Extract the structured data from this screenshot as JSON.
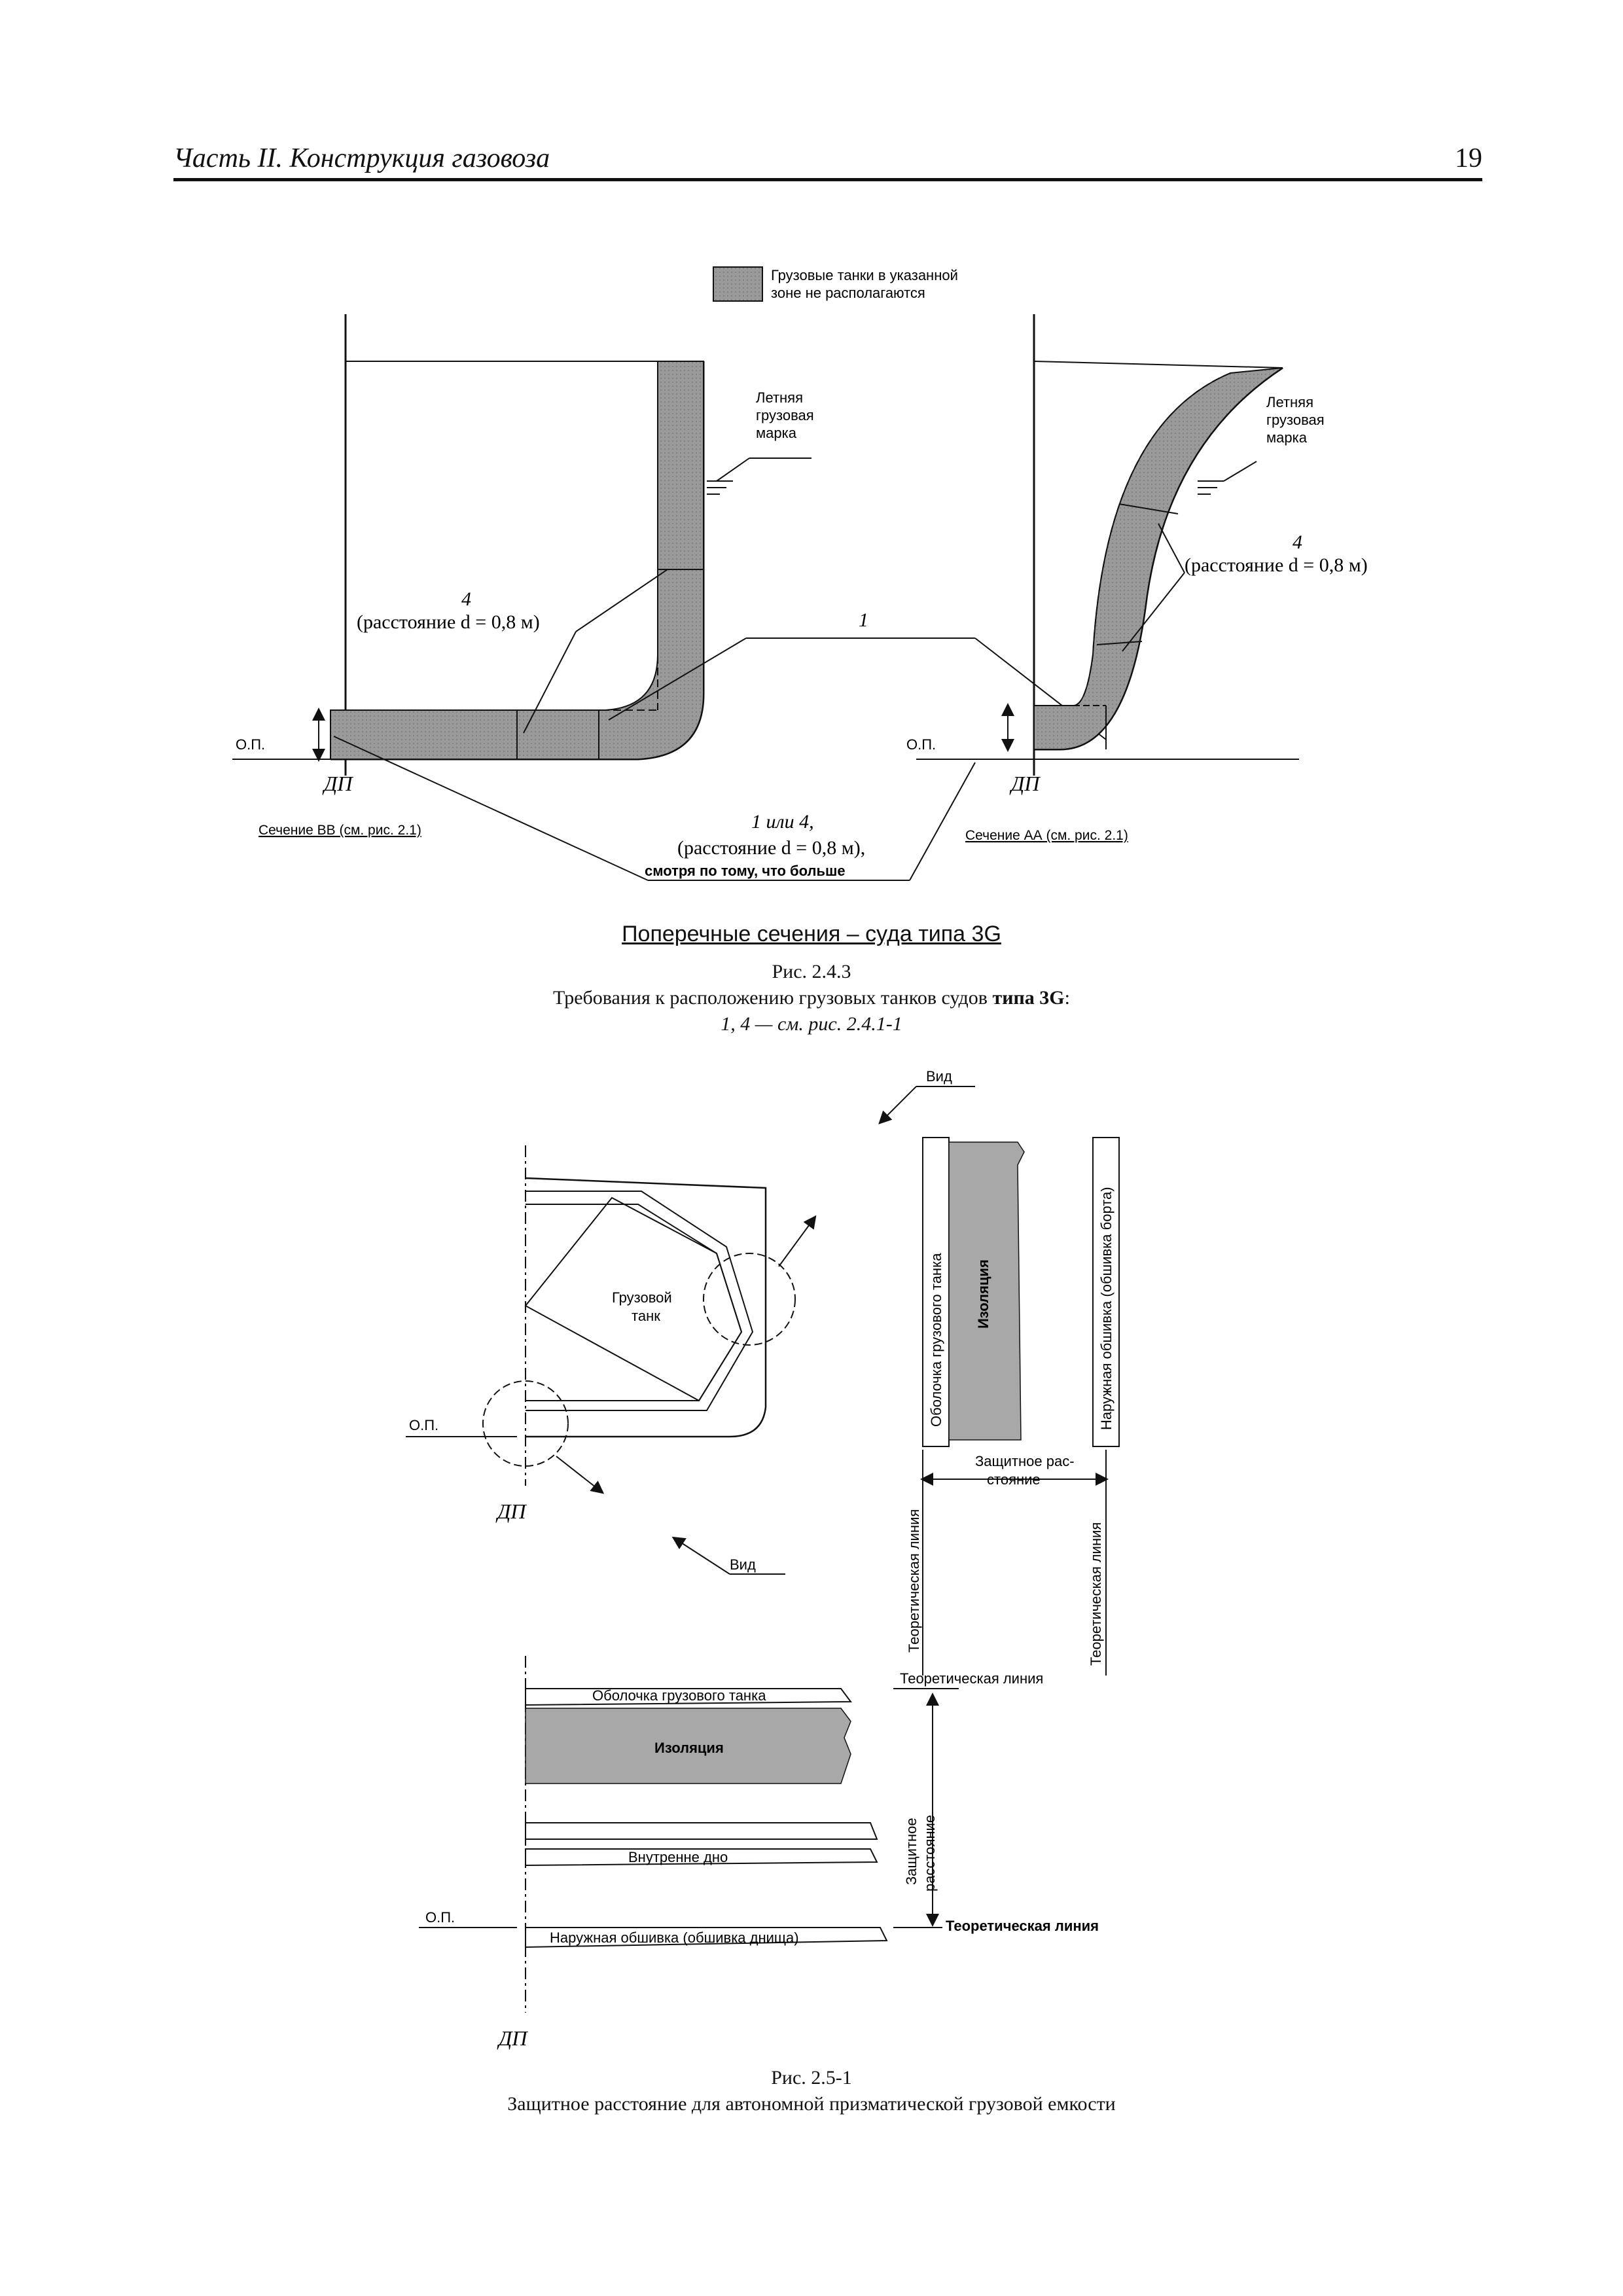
{
  "header": {
    "title": "Часть II. Конструкция газовоза",
    "page_number": "19"
  },
  "figure_243": {
    "legend_text_line1": "Грузовые танки в указанной",
    "legend_text_line2": "зоне не располагаются",
    "summer_mark_line1": "Летняя",
    "summer_mark_line2": "грузовая",
    "summer_mark_line3": "марка",
    "label_4": "4",
    "distance_text": "(расстояние d = 0,8 м)",
    "label_1": "1",
    "op_label": "О.П.",
    "dp_label": "ДП",
    "section_bb": "Сечение ВВ (см. рис. 2.1)",
    "section_aa": "Сечение АА (см. рис. 2.1)",
    "note_line1": "1 или 4,",
    "note_line2": "(расстояние d = 0,8 м),",
    "note_line3": "смотря по тому, что больше",
    "subtitle": "Поперечные сечения – суда типа 3G",
    "caption_number": "Рис. 2.4.3",
    "caption_text_before": "Требования к расположению грузовых танков судов ",
    "caption_text_bold": "типа 3G",
    "caption_text_after": ":",
    "caption_line3": "1, 4 — см. рис. 2.4.1-1"
  },
  "figure_251": {
    "view_label": "Вид",
    "cargo_tank_line1": "Грузовой",
    "cargo_tank_line2": "танк",
    "op_label": "О.П.",
    "dp_label": "ДП",
    "tank_shell": "Оболочка грузового танка",
    "insulation": "Изоляция",
    "outer_plating_side": "Наружная обшивка (обшивка борта)",
    "protective_distance_line1": "Защитное рас-",
    "protective_distance_line2": "стояние",
    "theoretical_line": "Теоретическая линия",
    "inner_bottom": "Внутренне дно",
    "outer_plating_bottom": "Наружная обшивка (обшивка днища)",
    "protective_distance_v1": "Защитное",
    "protective_distance_v2": "расстояние",
    "caption_number": "Рис. 2.5-1",
    "caption_text": "Защитное расстояние для автономной призматической грузовой емкости"
  },
  "colors": {
    "zone_fill": "#9a9a9a",
    "insulation_fill": "#a8a8a8",
    "ink": "#111111"
  }
}
